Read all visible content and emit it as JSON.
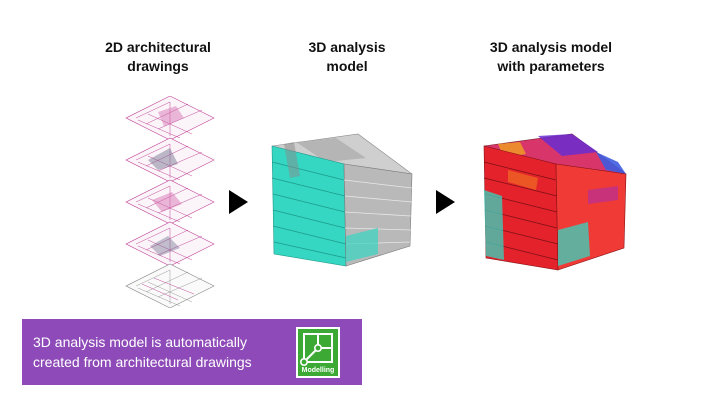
{
  "stages": [
    {
      "title": "2D architectural\ndrawings"
    },
    {
      "title": "3D analysis\nmodel"
    },
    {
      "title": "3D analysis model\nwith parameters"
    }
  ],
  "caption": {
    "text": "3D analysis model is automatically\ncreated from architectural drawings",
    "background": "#8e4ab8"
  },
  "badge": {
    "label": "Modelling",
    "icon": "modelling-icon",
    "color": "#3da935"
  },
  "arrows": {
    "icon": "play-arrow-icon",
    "color": "#000000"
  },
  "colors": {
    "drawing_lines": "#c24a9a",
    "model_cyan": "#35d6c2",
    "model_grey": "#b9b9b9",
    "param_red": "#e3222b"
  }
}
